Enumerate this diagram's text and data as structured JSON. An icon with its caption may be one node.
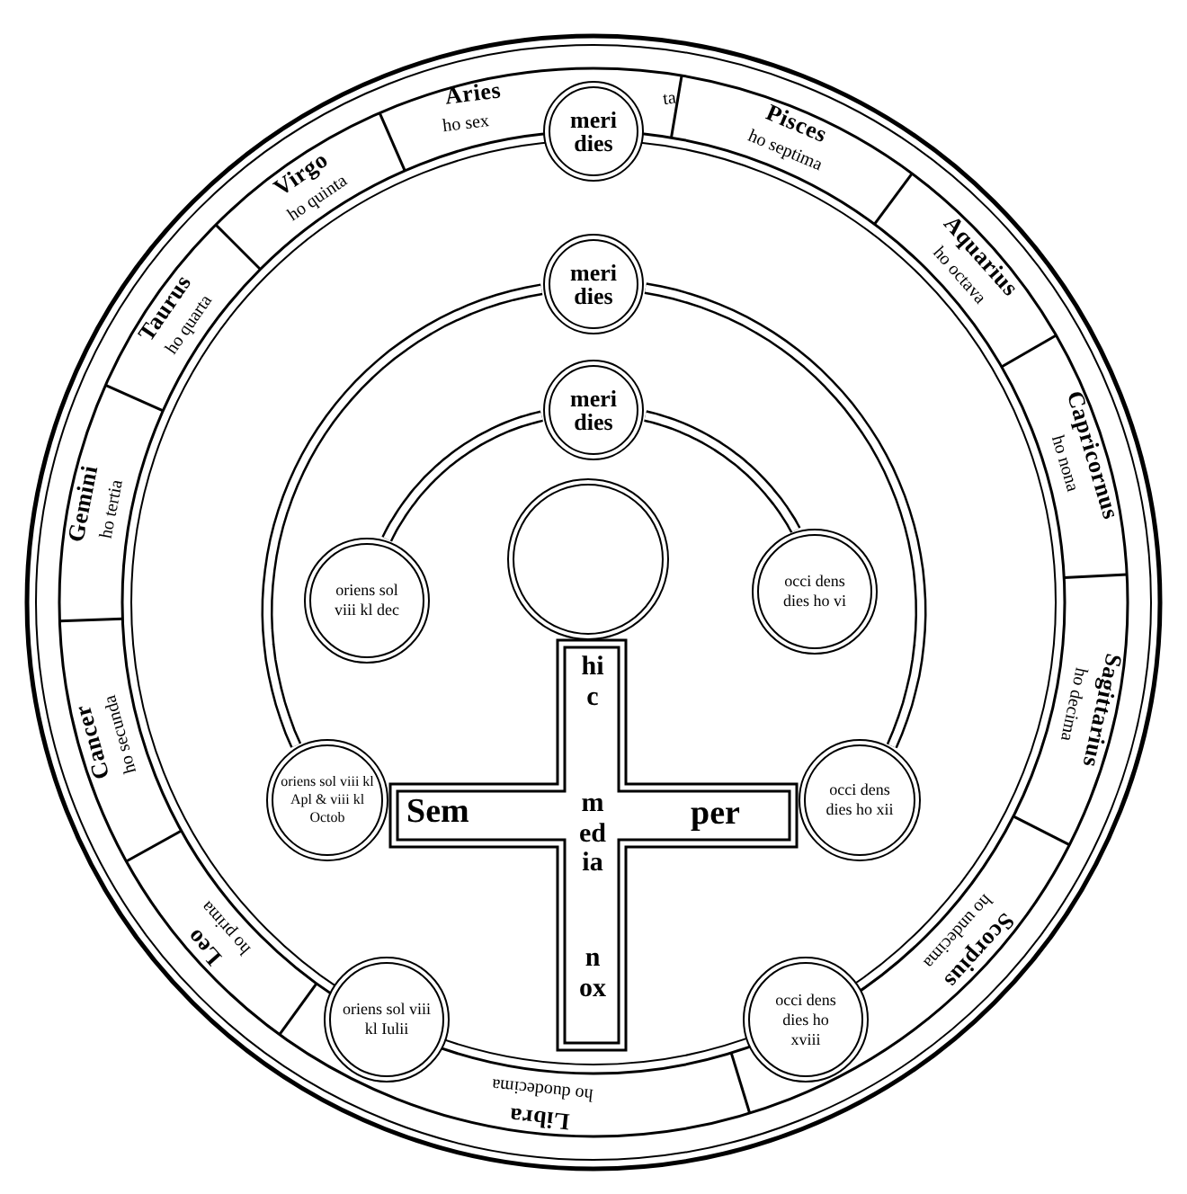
{
  "diagram": {
    "nodes": [
      {
        "text": [
          "Aries",
          "ho sex",
          "ta"
        ]
      },
      {
        "text": [
          "Pisces",
          "ho septima"
        ]
      },
      {
        "text": [
          "Aquarius",
          "ho octava"
        ]
      },
      {
        "text": [
          "Capricornus",
          "ho nona"
        ]
      },
      {
        "text": [
          "Sagittarius",
          "ho decima"
        ]
      },
      {
        "text": [
          "Scorpius",
          "ho undecima"
        ]
      },
      {
        "text": [
          "Libra",
          "ho duodecima"
        ]
      },
      {
        "text": [
          "Leo",
          "ho prima"
        ]
      },
      {
        "text": [
          "Cancer",
          "ho secunda"
        ]
      },
      {
        "text": [
          "Gemini",
          "ho tertia"
        ]
      },
      {
        "text": [
          "Taurus",
          "ho quarta"
        ]
      },
      {
        "text": [
          "Virgo",
          "ho quinta"
        ]
      },
      {
        "text": [
          "meri dies"
        ]
      },
      {
        "text": [
          "meri dies"
        ]
      },
      {
        "text": [
          "meri dies"
        ]
      },
      {
        "text": [
          "oriens sol viii kl dec"
        ]
      },
      {
        "text": [
          "occi dens dies ho vi"
        ]
      },
      {
        "text": [],
        "shape": "circle"
      },
      {
        "text": [
          "oriens sol viii kl Apl & viii kl Octob"
        ]
      },
      {
        "text": [
          "occi dens dies ho xii"
        ]
      },
      {
        "text": [
          "Sem",
          "per",
          "hic",
          "media",
          "nox"
        ]
      },
      {
        "text": [
          "oriens sol viii kl Iulii"
        ]
      },
      {
        "text": [
          "occi dens dies ho xviii"
        ]
      }
    ],
    "edges": [
      {
        "from": 15,
        "to": 14,
        "arrow": "none"
      },
      {
        "from": 14,
        "to": 16,
        "arrow": "none"
      },
      {
        "from": 18,
        "to": 13,
        "arrow": "none"
      },
      {
        "from": 13,
        "to": 19,
        "arrow": "none"
      }
    ]
  }
}
